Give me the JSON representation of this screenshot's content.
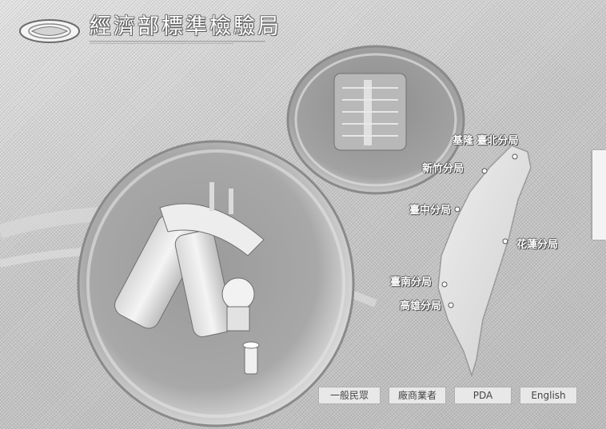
{
  "header": {
    "title": "經濟部標準檢驗局"
  },
  "branches": [
    {
      "id": "keelung-taipei",
      "label": "基隆 臺北分局"
    },
    {
      "id": "hsinchu",
      "label": "新竹分局"
    },
    {
      "id": "taichung",
      "label": "臺中分局"
    },
    {
      "id": "hualien",
      "label": "花蓮分局"
    },
    {
      "id": "tainan",
      "label": "臺南分局"
    },
    {
      "id": "kaohsiung",
      "label": "高雄分局"
    }
  ],
  "bottom_nav": [
    {
      "id": "general-public",
      "label": "一般民眾"
    },
    {
      "id": "manufacturers",
      "label": "廠商業者"
    },
    {
      "id": "pda",
      "label": "PDA"
    },
    {
      "id": "english",
      "label": "English"
    }
  ]
}
